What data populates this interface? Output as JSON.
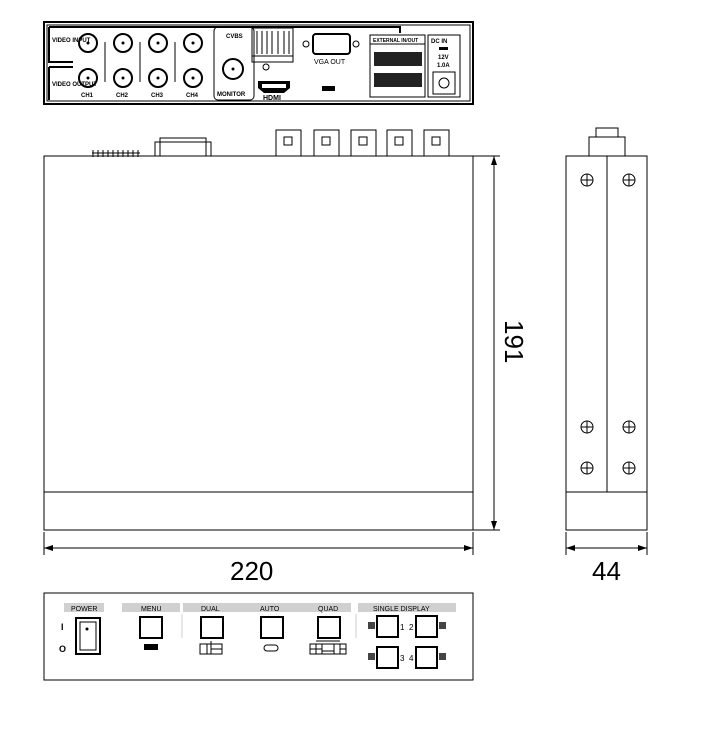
{
  "rear_panel": {
    "video_input": "VIDEO INPUT",
    "video_output": "VIDEO OUTPUT",
    "channels": [
      "CH1",
      "CH2",
      "CH3",
      "CH4"
    ],
    "cvbs": "CVBS",
    "monitor": "MONITOR",
    "hdmi": "HDMI",
    "vga_out": "VGA OUT",
    "external": "EXTERNAL IN/OUT",
    "dc_in": "DC IN",
    "voltage": "12V",
    "current": "1.0A"
  },
  "dimensions": {
    "depth": "191",
    "width": "220",
    "height": "44"
  },
  "front_panel": {
    "power": "POWER",
    "power_on": "I",
    "power_off": "O",
    "menu": "MENU",
    "dual": "DUAL",
    "auto": "AUTO",
    "quad": "QUAD",
    "single_display": "SINGLE DISPLAY",
    "single_numbers": [
      "1",
      "2",
      "3",
      "4"
    ]
  }
}
